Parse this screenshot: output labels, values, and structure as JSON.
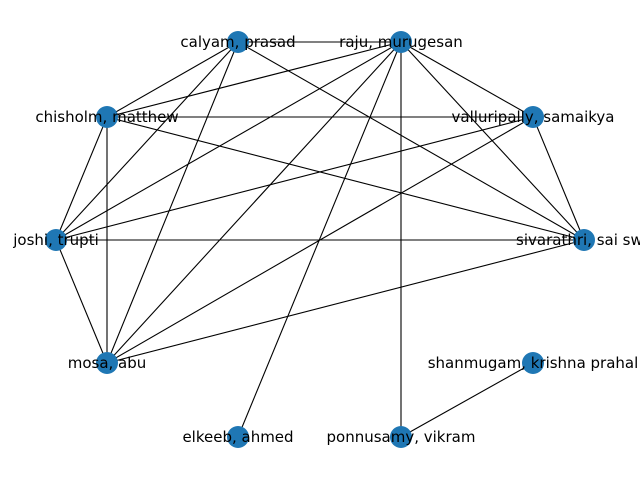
{
  "graph": {
    "colors": {
      "node": "#1f77b4",
      "edge": "#000000",
      "label": "#000000",
      "background": "#ffffff"
    },
    "nodes": [
      {
        "id": "calyam",
        "label": "calyam, prasad"
      },
      {
        "id": "raju",
        "label": "raju, murugesan"
      },
      {
        "id": "chisholm",
        "label": "chisholm, matthew"
      },
      {
        "id": "valluripally",
        "label": "valluripally, samaikya"
      },
      {
        "id": "joshi",
        "label": "joshi, trupti"
      },
      {
        "id": "sivarathri",
        "label": "sivarathri, sai swa"
      },
      {
        "id": "mosa",
        "label": "mosa, abu"
      },
      {
        "id": "shanmugam",
        "label": "shanmugam, krishna prahal"
      },
      {
        "id": "elkeeb",
        "label": "elkeeb, ahmed"
      },
      {
        "id": "ponnusamy",
        "label": "ponnusamy, vikram"
      }
    ],
    "edges": [
      [
        "calyam",
        "raju"
      ],
      [
        "calyam",
        "chisholm"
      ],
      [
        "calyam",
        "joshi"
      ],
      [
        "calyam",
        "mosa"
      ],
      [
        "calyam",
        "sivarathri"
      ],
      [
        "raju",
        "chisholm"
      ],
      [
        "raju",
        "valluripally"
      ],
      [
        "raju",
        "joshi"
      ],
      [
        "raju",
        "sivarathri"
      ],
      [
        "raju",
        "mosa"
      ],
      [
        "raju",
        "elkeeb"
      ],
      [
        "raju",
        "ponnusamy"
      ],
      [
        "chisholm",
        "valluripally"
      ],
      [
        "chisholm",
        "joshi"
      ],
      [
        "chisholm",
        "mosa"
      ],
      [
        "chisholm",
        "sivarathri"
      ],
      [
        "valluripally",
        "joshi"
      ],
      [
        "valluripally",
        "mosa"
      ],
      [
        "valluripally",
        "sivarathri"
      ],
      [
        "joshi",
        "sivarathri"
      ],
      [
        "joshi",
        "mosa"
      ],
      [
        "sivarathri",
        "mosa"
      ],
      [
        "shanmugam",
        "ponnusamy"
      ]
    ]
  }
}
